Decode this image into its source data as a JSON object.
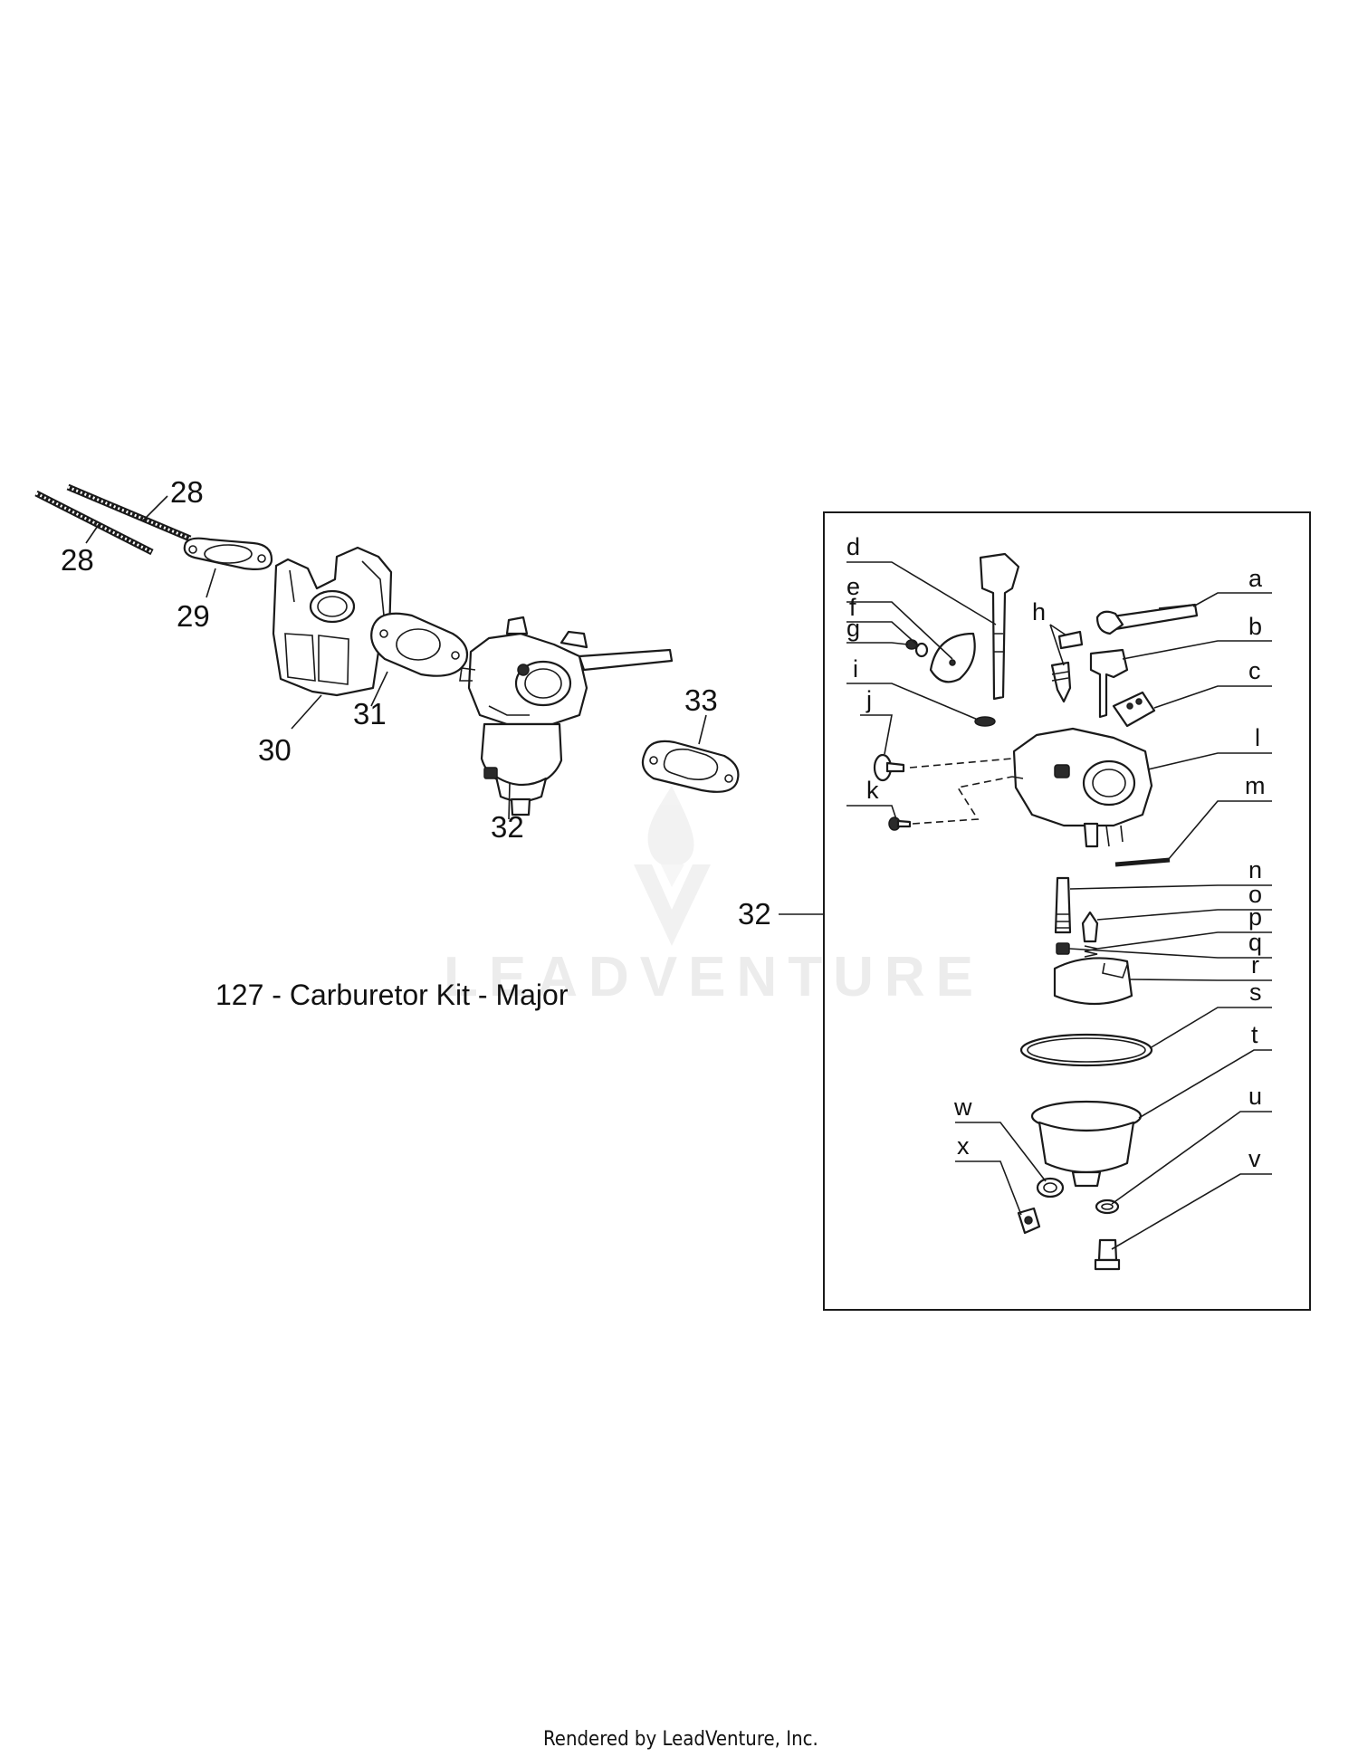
{
  "diagram": {
    "title": "127 - Carburetor Kit - Major",
    "footer": "Rendered by LeadVenture, Inc.",
    "watermark": "LEADVENTURE",
    "callouts": {
      "stud_upper": "28",
      "stud_lower": "28",
      "gasket_29": "29",
      "insulator_30": "30",
      "gasket_31": "31",
      "carburetor_32": "32",
      "gasket_33": "33",
      "kit_32": "32"
    },
    "kit_letters": [
      "a",
      "b",
      "c",
      "d",
      "e",
      "f",
      "g",
      "h",
      "i",
      "j",
      "k",
      "l",
      "m",
      "n",
      "o",
      "p",
      "q",
      "r",
      "s",
      "t",
      "u",
      "v",
      "w",
      "x"
    ]
  }
}
